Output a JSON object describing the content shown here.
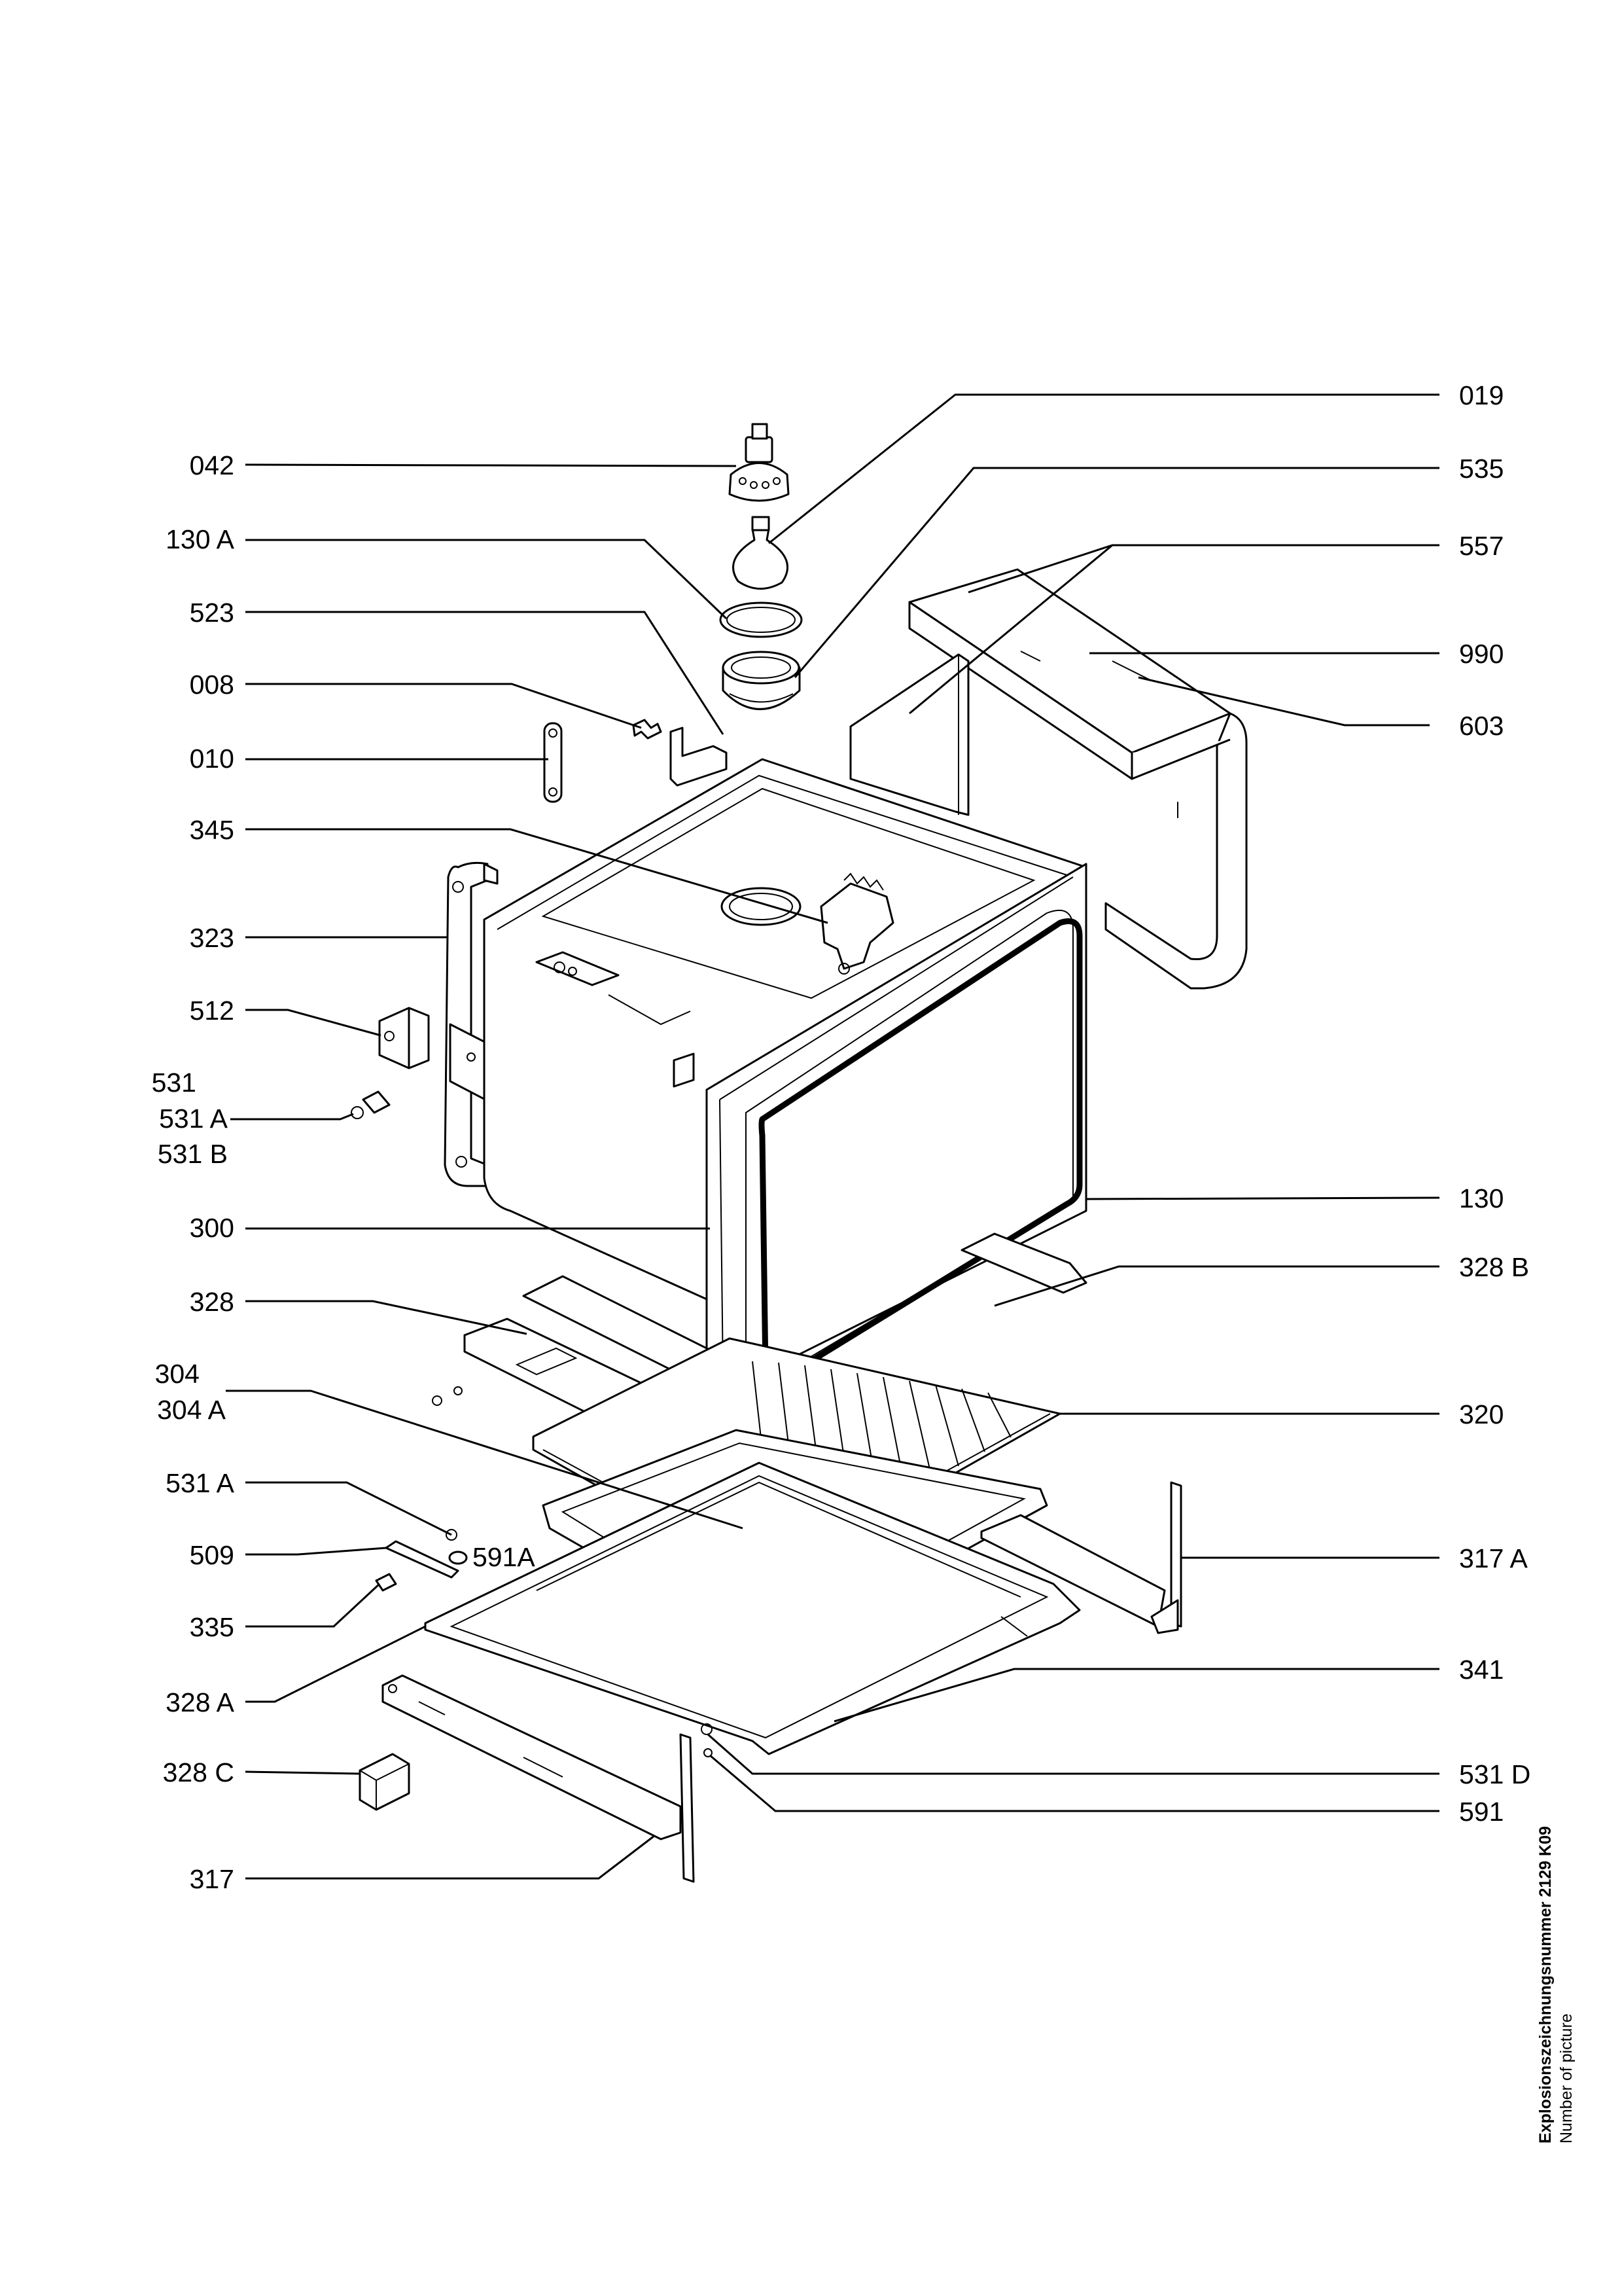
{
  "labels_left": [
    {
      "id": "042",
      "text": "042"
    },
    {
      "id": "130a",
      "text": "130 A"
    },
    {
      "id": "523",
      "text": "523"
    },
    {
      "id": "008",
      "text": "008"
    },
    {
      "id": "010",
      "text": "010"
    },
    {
      "id": "345",
      "text": "345"
    },
    {
      "id": "323",
      "text": "323"
    },
    {
      "id": "512",
      "text": "512"
    },
    {
      "id": "531",
      "text": "531"
    },
    {
      "id": "531a",
      "text": "531 A"
    },
    {
      "id": "531b",
      "text": "531 B"
    },
    {
      "id": "300",
      "text": "300"
    },
    {
      "id": "328",
      "text": "328"
    },
    {
      "id": "304",
      "text": "304"
    },
    {
      "id": "304a",
      "text": "304 A"
    },
    {
      "id": "531a-2",
      "text": "531 A"
    },
    {
      "id": "509",
      "text": "509"
    },
    {
      "id": "335",
      "text": "335"
    },
    {
      "id": "328a",
      "text": "328 A"
    },
    {
      "id": "328c",
      "text": "328 C"
    },
    {
      "id": "317",
      "text": "317"
    }
  ],
  "labels_right": [
    {
      "id": "019",
      "text": "019"
    },
    {
      "id": "535",
      "text": "535"
    },
    {
      "id": "557",
      "text": "557"
    },
    {
      "id": "990",
      "text": "990"
    },
    {
      "id": "603",
      "text": "603"
    },
    {
      "id": "130",
      "text": "130"
    },
    {
      "id": "328b",
      "text": "328 B"
    },
    {
      "id": "320",
      "text": "320"
    },
    {
      "id": "317a",
      "text": "317 A"
    },
    {
      "id": "341",
      "text": "341"
    },
    {
      "id": "531d",
      "text": "531 D"
    },
    {
      "id": "591",
      "text": "591"
    }
  ],
  "label_inline": {
    "id": "591a",
    "text": "591A"
  },
  "caption": {
    "main": "Explosionszeichnungsnummer 2129 K09",
    "sub": "Number of picture"
  }
}
